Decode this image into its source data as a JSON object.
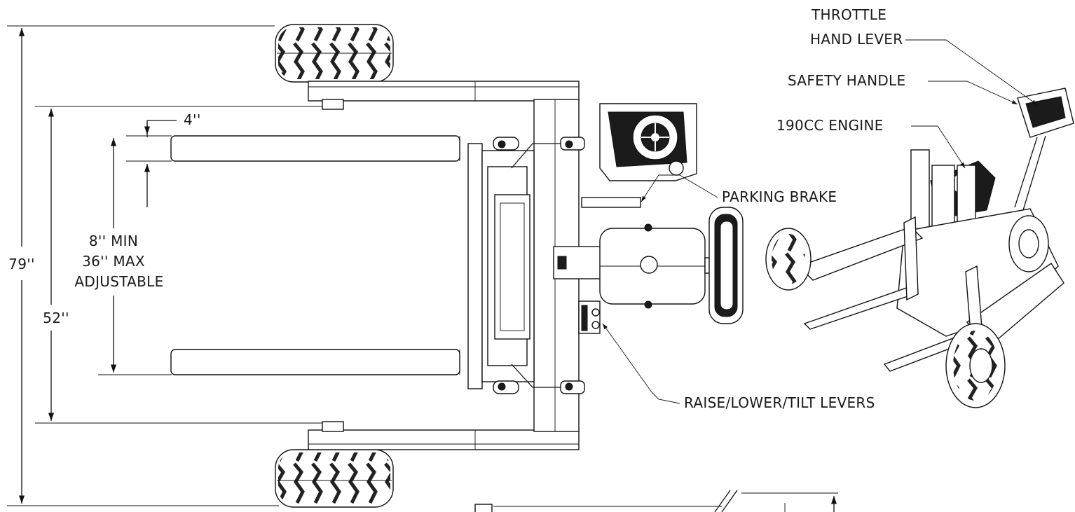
{
  "dimensions": {
    "overall_width": "79''",
    "wheel_track": "52''",
    "fork_width": "4''",
    "fork_spread_line1": "8'' MIN",
    "fork_spread_line2": "36'' MAX",
    "fork_spread_line3": "ADJUSTABLE"
  },
  "callouts": {
    "throttle_line1": "THROTTLE",
    "throttle_line2": "HAND LEVER",
    "safety_handle": "SAFETY HANDLE",
    "engine": "190CC ENGINE",
    "parking_brake": "PARKING BRAKE",
    "levers": "RAISE/LOWER/TILT LEVERS"
  },
  "colors": {
    "line": "#111111",
    "background": "#ffffff"
  }
}
